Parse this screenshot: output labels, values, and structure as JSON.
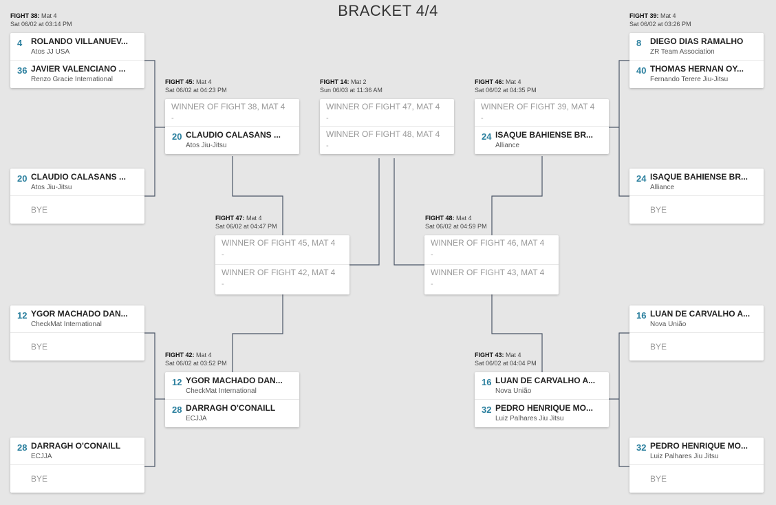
{
  "page_title": "BRACKET 4/4",
  "bye_label": "BYE",
  "dash": "-",
  "fights": {
    "f38": {
      "fight": "FIGHT 38:",
      "mat": " Mat 4",
      "time": "Sat 06/02 at 03:14 PM",
      "a": {
        "seed": "4",
        "name": "ROLANDO VILLANUEV...",
        "team": "Atos JJ USA"
      },
      "b": {
        "seed": "36",
        "name": "JAVIER VALENCIANO ...",
        "team": "Renzo Gracie International"
      }
    },
    "f39": {
      "fight": "FIGHT 39:",
      "mat": " Mat 4",
      "time": "Sat 06/02 at 03:26 PM",
      "a": {
        "seed": "8",
        "name": "DIEGO DIAS RAMALHO",
        "team": "ZR Team Association"
      },
      "b": {
        "seed": "40",
        "name": "THOMAS HERNAN OY...",
        "team": "Fernando Terere Jiu-Jitsu"
      }
    },
    "byeL1": {
      "a": {
        "seed": "20",
        "name": "CLAUDIO CALASANS ...",
        "team": "Atos Jiu-Jitsu"
      }
    },
    "byeR1": {
      "a": {
        "seed": "24",
        "name": "ISAQUE BAHIENSE BR...",
        "team": "Alliance"
      }
    },
    "byeL2": {
      "a": {
        "seed": "12",
        "name": "YGOR MACHADO DAN...",
        "team": "CheckMat International"
      }
    },
    "byeR2": {
      "a": {
        "seed": "16",
        "name": "LUAN DE CARVALHO A...",
        "team": "Nova União"
      }
    },
    "byeL3": {
      "a": {
        "seed": "28",
        "name": "DARRAGH O'CONAILL",
        "team": "ECJJA"
      }
    },
    "byeR3": {
      "a": {
        "seed": "32",
        "name": "PEDRO HENRIQUE MO...",
        "team": "Luiz Palhares Jiu Jitsu"
      }
    },
    "f45": {
      "fight": "FIGHT 45:",
      "mat": " Mat 4",
      "time": "Sat 06/02 at 04:23 PM",
      "a": {
        "winner": "WINNER OF FIGHT 38, MAT 4"
      },
      "b": {
        "seed": "20",
        "name": "CLAUDIO CALASANS ...",
        "team": "Atos Jiu-Jitsu"
      }
    },
    "f46": {
      "fight": "FIGHT 46:",
      "mat": " Mat 4",
      "time": "Sat 06/02 at 04:35 PM",
      "a": {
        "winner": "WINNER OF FIGHT 39, MAT 4"
      },
      "b": {
        "seed": "24",
        "name": "ISAQUE BAHIENSE BR...",
        "team": "Alliance"
      }
    },
    "f14": {
      "fight": "FIGHT 14:",
      "mat": " Mat 2",
      "time": "Sun 06/03 at 11:36 AM",
      "a": {
        "winner": "WINNER OF FIGHT 47, MAT 4"
      },
      "b": {
        "winner": "WINNER OF FIGHT 48, MAT 4"
      }
    },
    "f47": {
      "fight": "FIGHT 47:",
      "mat": " Mat 4",
      "time": "Sat 06/02 at 04:47 PM",
      "a": {
        "winner": "WINNER OF FIGHT 45, MAT 4"
      },
      "b": {
        "winner": "WINNER OF FIGHT 42, MAT 4"
      }
    },
    "f48": {
      "fight": "FIGHT 48:",
      "mat": " Mat 4",
      "time": "Sat 06/02 at 04:59 PM",
      "a": {
        "winner": "WINNER OF FIGHT 46, MAT 4"
      },
      "b": {
        "winner": "WINNER OF FIGHT 43, MAT 4"
      }
    },
    "f42": {
      "fight": "FIGHT 42:",
      "mat": " Mat 4",
      "time": "Sat 06/02 at 03:52 PM",
      "a": {
        "seed": "12",
        "name": "YGOR MACHADO DAN...",
        "team": "CheckMat International"
      },
      "b": {
        "seed": "28",
        "name": "DARRAGH O'CONAILL",
        "team": "ECJJA"
      }
    },
    "f43": {
      "fight": "FIGHT 43:",
      "mat": " Mat 4",
      "time": "Sat 06/02 at 04:04 PM",
      "a": {
        "seed": "16",
        "name": "LUAN DE CARVALHO A...",
        "team": "Nova União"
      },
      "b": {
        "seed": "32",
        "name": "PEDRO HENRIQUE MO...",
        "team": "Luiz Palhares Jiu Jitsu"
      }
    }
  },
  "colors": {
    "seed": "#2a7f9e",
    "line": "#4a5566",
    "card": "#ffffff",
    "bg": "#e6e6e6"
  }
}
